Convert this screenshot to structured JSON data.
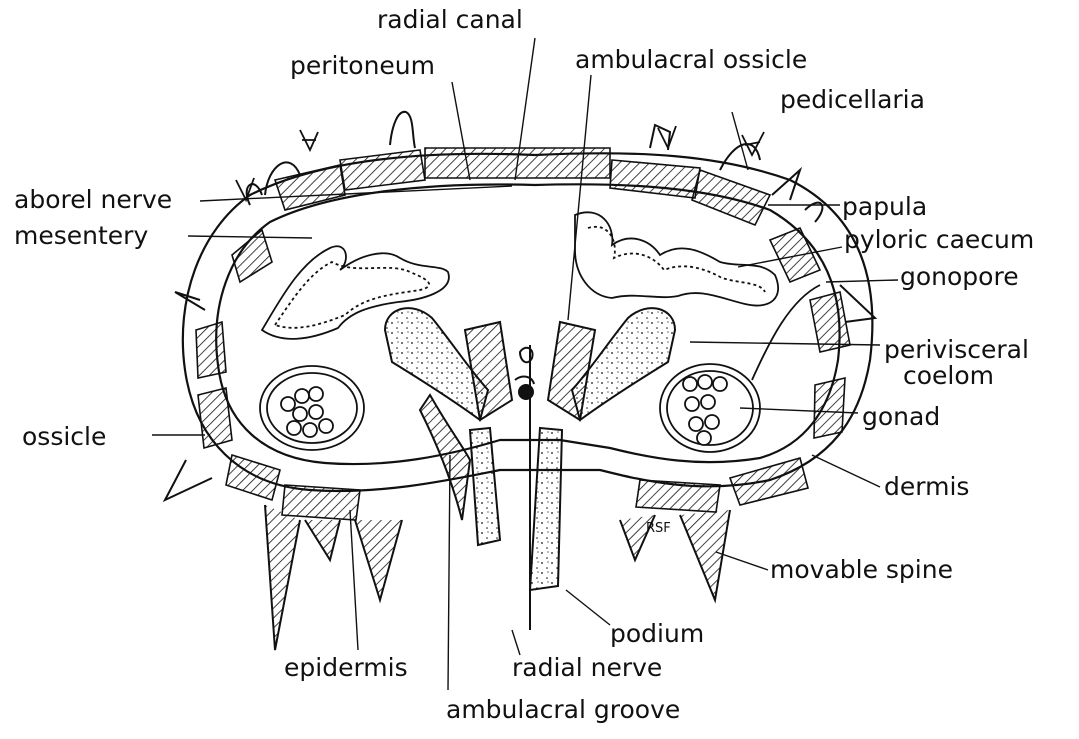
{
  "labels": {
    "radial_canal": "radial canal",
    "peritoneum": "peritoneum",
    "ambulacral_ossicle": "ambulacral ossicle",
    "pedicellaria": "pedicellaria",
    "aborel_nerve": "aborel nerve",
    "papula": "papula",
    "mesentery": "mesentery",
    "pyloric_caecum": "pyloric caecum",
    "gonopore": "gonopore",
    "perivisceral_coelom_1": "perivisceral",
    "perivisceral_coelom_2": "coelom",
    "ossicle": "ossicle",
    "gonad": "gonad",
    "dermis": "dermis",
    "movable_spine": "movable spine",
    "podium": "podium",
    "epidermis": "epidermis",
    "radial_nerve": "radial nerve",
    "ambulacral_groove": "ambulacral groove"
  },
  "signature": "RSF",
  "colors": {
    "ink": "#111111",
    "paper": "#ffffff"
  }
}
